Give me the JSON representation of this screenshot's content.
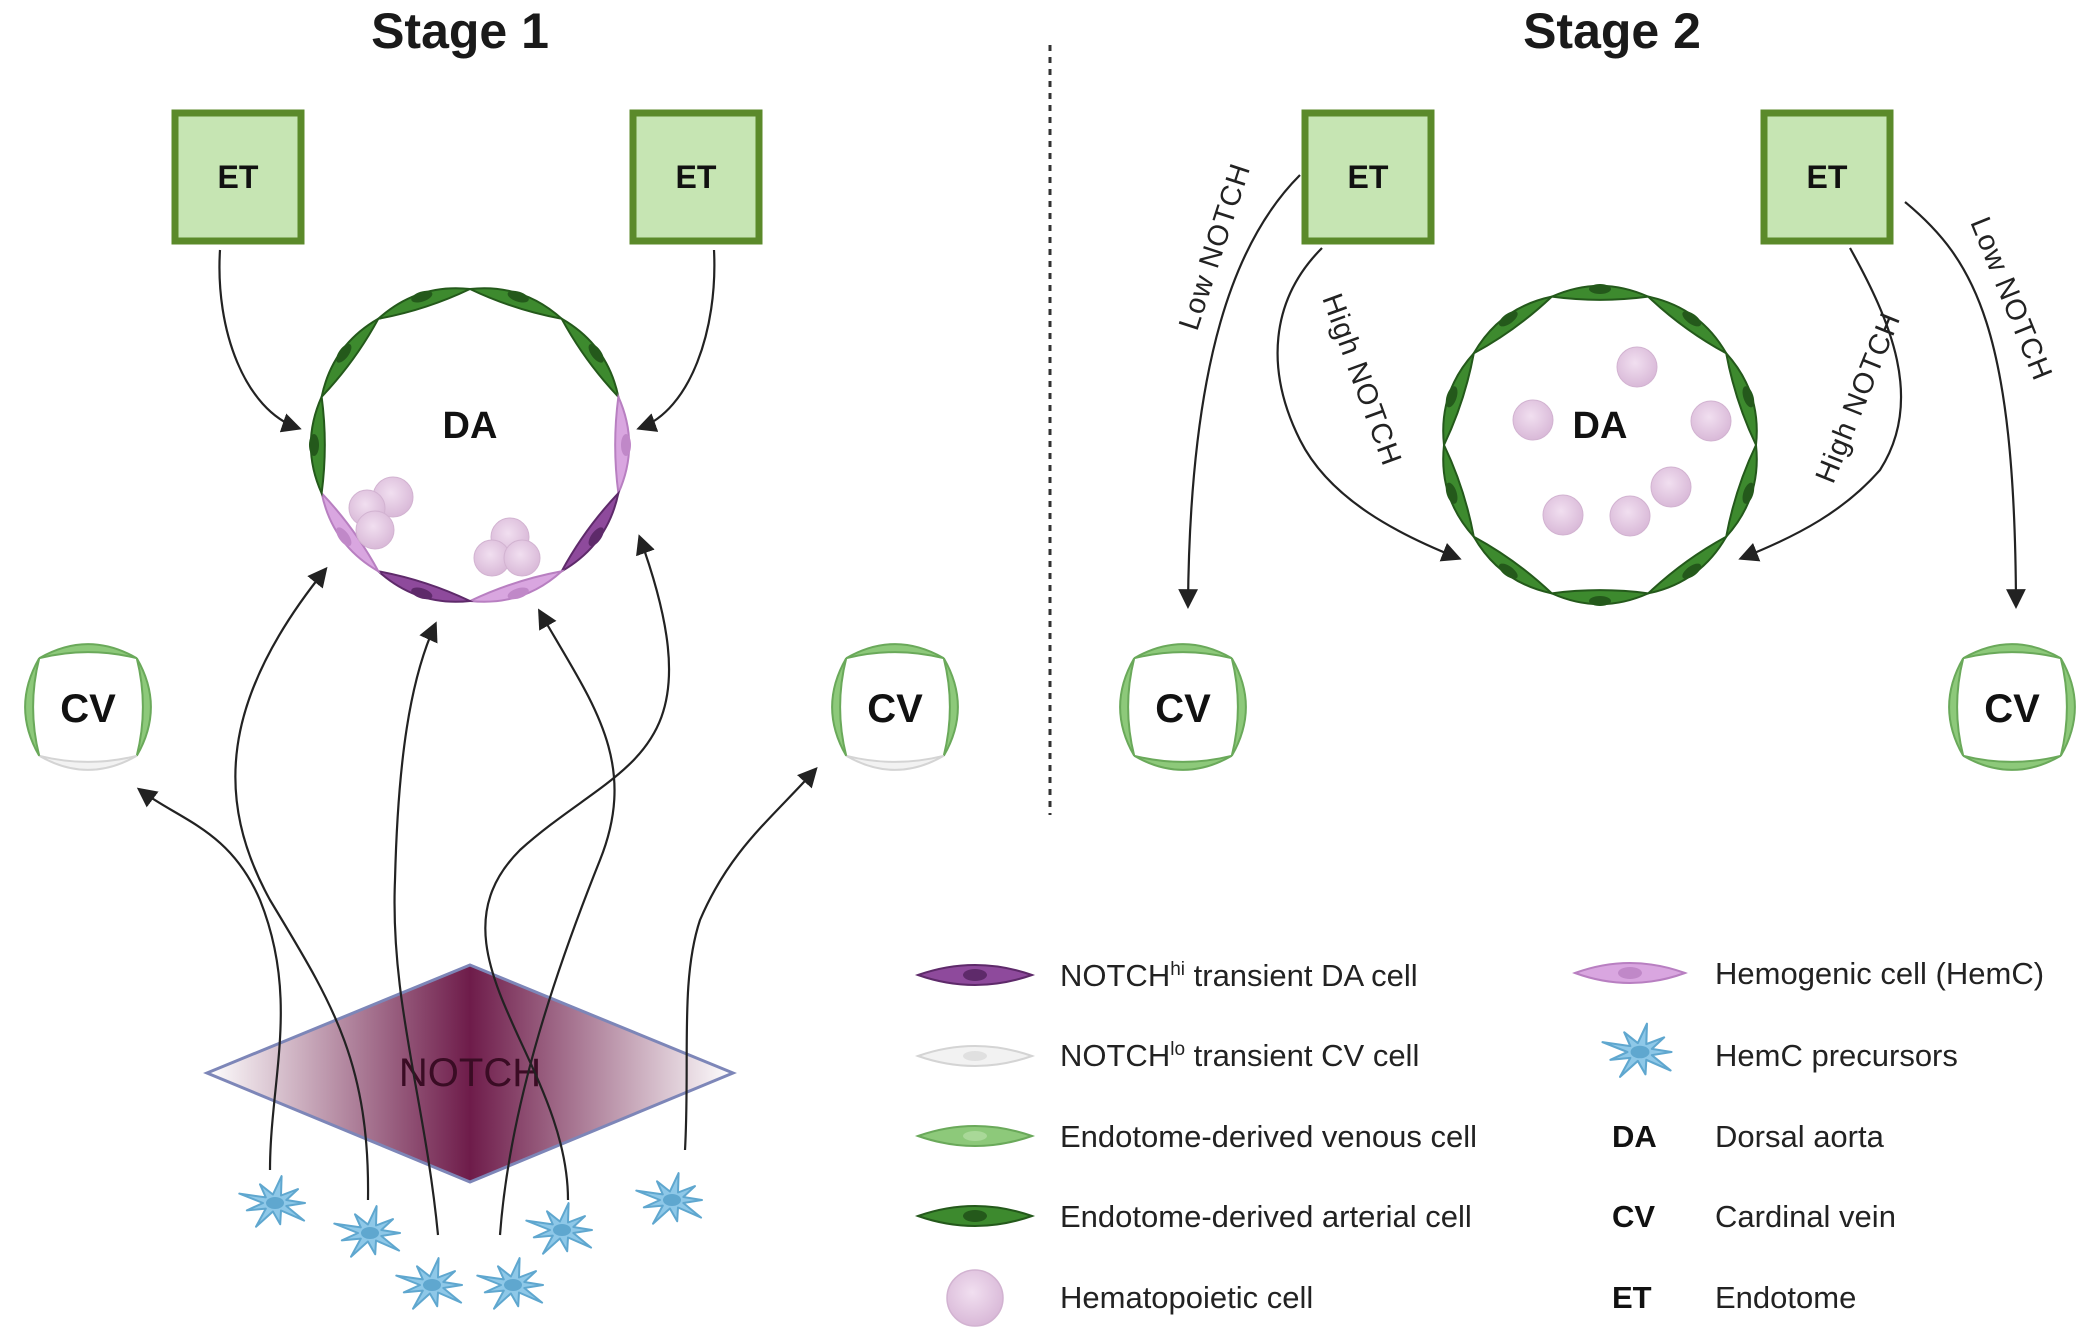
{
  "stage1": {
    "title": "Stage 1",
    "et_left": "ET",
    "et_right": "ET",
    "da": "DA",
    "cv_left": "CV",
    "cv_right": "CV",
    "notch": "NOTCH"
  },
  "stage2": {
    "title": "Stage 2",
    "et_left": "ET",
    "et_right": "ET",
    "da": "DA",
    "cv_left": "CV",
    "cv_right": "CV",
    "arrow_low_left": "Low NOTCH",
    "arrow_high_left": "High NOTCH",
    "arrow_high_right": "High NOTCH",
    "arrow_low_right": "Low NOTCH"
  },
  "legend": {
    "items": [
      {
        "prefix": "NOTCH",
        "sup": "hi",
        "suffix": " transient DA cell",
        "icon": "notch-hi-da-cell-icon",
        "color": "#8e4a9c"
      },
      {
        "prefix": "NOTCH",
        "sup": "lo",
        "suffix": " transient CV cell",
        "icon": "notch-lo-cv-cell-icon",
        "color": "#ececec"
      },
      {
        "label": "Endotome-derived venous cell",
        "icon": "venous-cell-icon",
        "color": "#8dc97a"
      },
      {
        "label": "Endotome-derived arterial cell",
        "icon": "arterial-cell-icon",
        "color": "#3d8a2e"
      },
      {
        "label": "Hematopoietic cell",
        "icon": "hematopoietic-cell-icon",
        "color": "#e5cbe3"
      },
      {
        "label": "Hemogenic cell (HemC)",
        "icon": "hemogenic-cell-icon",
        "color": "#d9a6e0"
      },
      {
        "label": "HemC precursors",
        "icon": "hemc-precursor-icon",
        "color": "#8ec8e8"
      }
    ],
    "abbreviations": [
      {
        "abbr": "DA",
        "label": "Dorsal aorta"
      },
      {
        "abbr": "CV",
        "label": "Cardinal vein"
      },
      {
        "abbr": "ET",
        "label": "Endotome"
      }
    ]
  },
  "colors": {
    "et_fill": "#c6e5b3",
    "et_border": "#5b8a2a",
    "arterial_dark": "#3d8a2e",
    "venous_light": "#8dc97a",
    "notch_hi_purple": "#8e4a9c",
    "hemogenic_pink": "#d9a6e0",
    "hematopoietic": "#e5cbe3",
    "precursor_blue": "#8ec8e8",
    "notch_gradient_center": "#6e1c4a"
  }
}
